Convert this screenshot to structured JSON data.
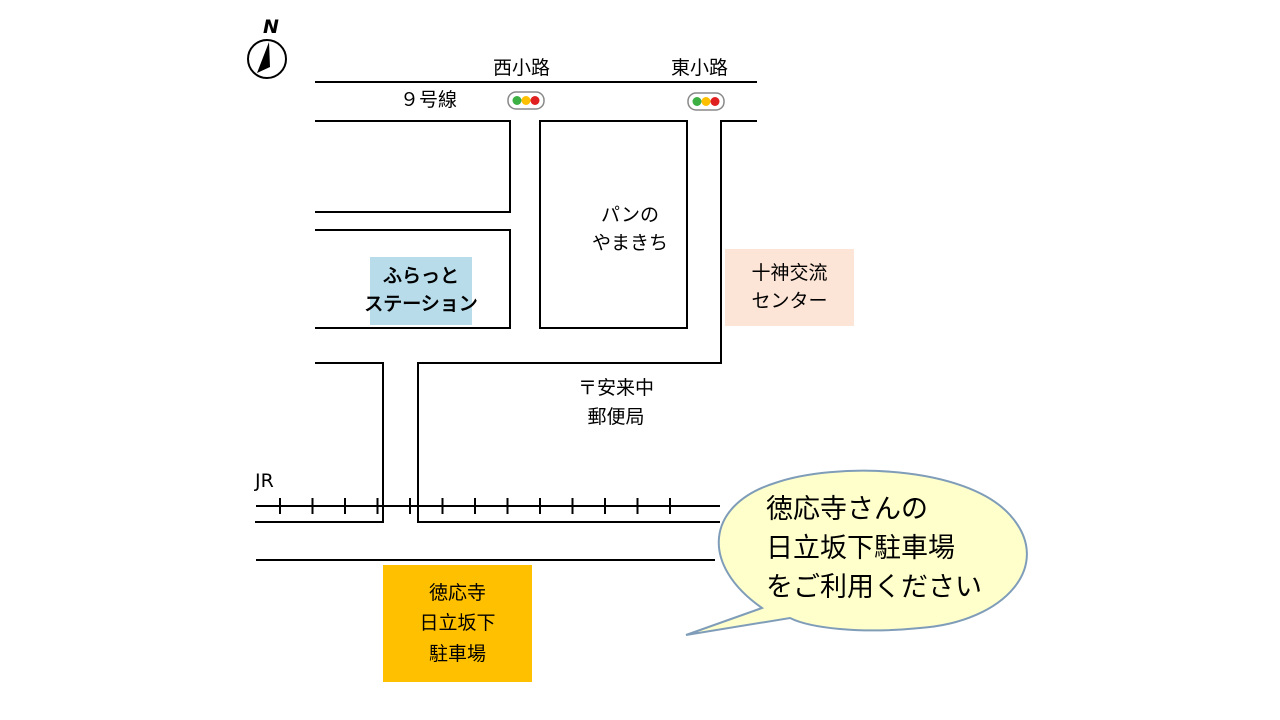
{
  "compass": {
    "letter": "N"
  },
  "roads": {
    "route9": "９号線",
    "west_intersection": "西小路",
    "east_intersection": "東小路",
    "railway": "JR"
  },
  "landmarks": {
    "bakery": [
      "パンの",
      "やまきち"
    ],
    "furatto": {
      "lines": [
        "ふらっと",
        "ステーション"
      ],
      "bg": "#b8dcea"
    },
    "community_center": {
      "lines": [
        "十神交流",
        "センター"
      ],
      "bg": "#fce4d6"
    },
    "post_office": [
      "〒安来中",
      "郵便局"
    ],
    "parking": {
      "lines": [
        "徳応寺",
        "日立坂下",
        "駐車場"
      ],
      "bg": "#ffc000"
    }
  },
  "callout": {
    "lines": [
      "徳応寺さんの",
      "日立坂下駐車場",
      "をご利用ください"
    ],
    "bg": "#ffffcc",
    "border": "#7f9db9"
  },
  "signal_colors": {
    "green": "#3cb043",
    "yellow": "#ffc000",
    "red": "#e02020"
  }
}
